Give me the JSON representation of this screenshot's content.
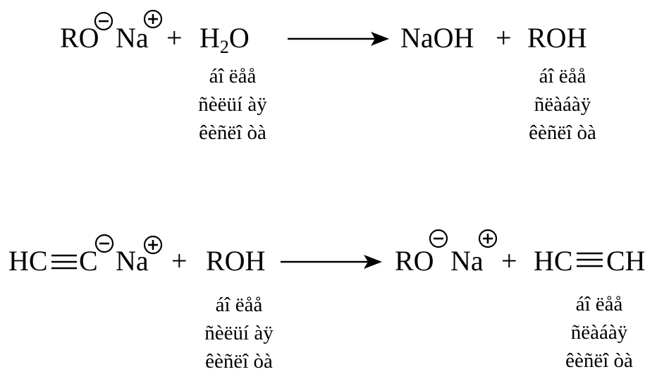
{
  "reaction1": {
    "reactant1": {
      "group": "RO",
      "counter_ion": "Na"
    },
    "plus1": "+",
    "reactant2": {
      "pre": "H",
      "sub": "2",
      "post": "O"
    },
    "reactant2_label": [
      "áî ëåå",
      "ñèëüí àÿ",
      "êèñëî òà"
    ],
    "product1": "NaOH",
    "plus2": "+",
    "product2": "ROH",
    "product2_label": [
      "áî ëåå",
      "ñëàáàÿ",
      "êèñëî òà"
    ]
  },
  "reaction2": {
    "reactant1": {
      "left": "HC",
      "right": "C",
      "counter_ion": "Na"
    },
    "plus1": "+",
    "reactant2": "ROH",
    "reactant2_label": [
      "áî ëåå",
      "ñèëüí àÿ",
      "êèñëî òà"
    ],
    "product1": {
      "group": "RO",
      "counter_ion": "Na"
    },
    "plus2": "+",
    "product2": {
      "left": "HC",
      "right": "CH"
    },
    "product2_label": [
      "áî ëåå",
      "ñëàáàÿ",
      "êèñëî òà"
    ]
  },
  "charges": {
    "negative": "minus-charge-icon",
    "positive": "plus-charge-icon"
  }
}
